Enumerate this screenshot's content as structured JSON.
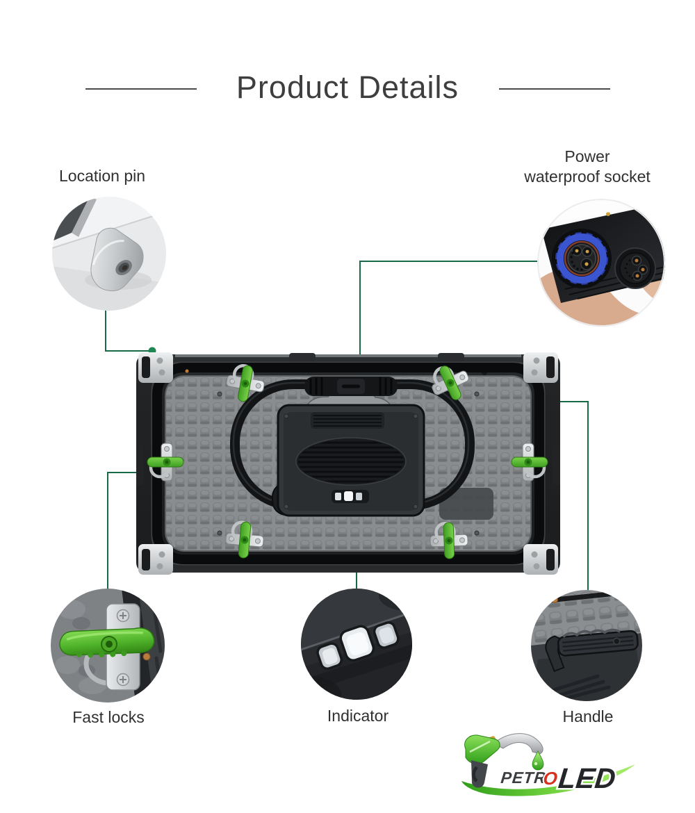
{
  "title": {
    "text": "Product Details"
  },
  "callouts": {
    "location_pin": {
      "label": "Location pin"
    },
    "power_socket": {
      "label_line1": "Power",
      "label_line2": "waterproof socket"
    },
    "fast_locks": {
      "label": "Fast locks"
    },
    "indicator": {
      "label": "Indicator"
    },
    "handle": {
      "label": "Handle"
    }
  },
  "logo": {
    "part_petr": "PETR",
    "part_o": "O",
    "part_led": "LED"
  },
  "icons": {
    "location_pin_photo": "location-pin-photo",
    "power_socket_photo": "power-waterproof-socket-photo",
    "fast_locks_photo": "fast-locks-photo",
    "indicator_photo": "indicator-photo",
    "handle_photo": "handle-photo",
    "panel_photo": "led-panel-rear-photo",
    "logo_icon": "fuel-nozzle-icon"
  },
  "colors": {
    "leader_line": "#176a45",
    "leader_dot": "#1e8752",
    "lock_green": "#4fb32a",
    "connector_blue": "#3a55cf",
    "logo_red": "#d6301f",
    "logo_green": "#4cb32b",
    "title_text": "#3e3e40",
    "label_text": "#303030"
  }
}
